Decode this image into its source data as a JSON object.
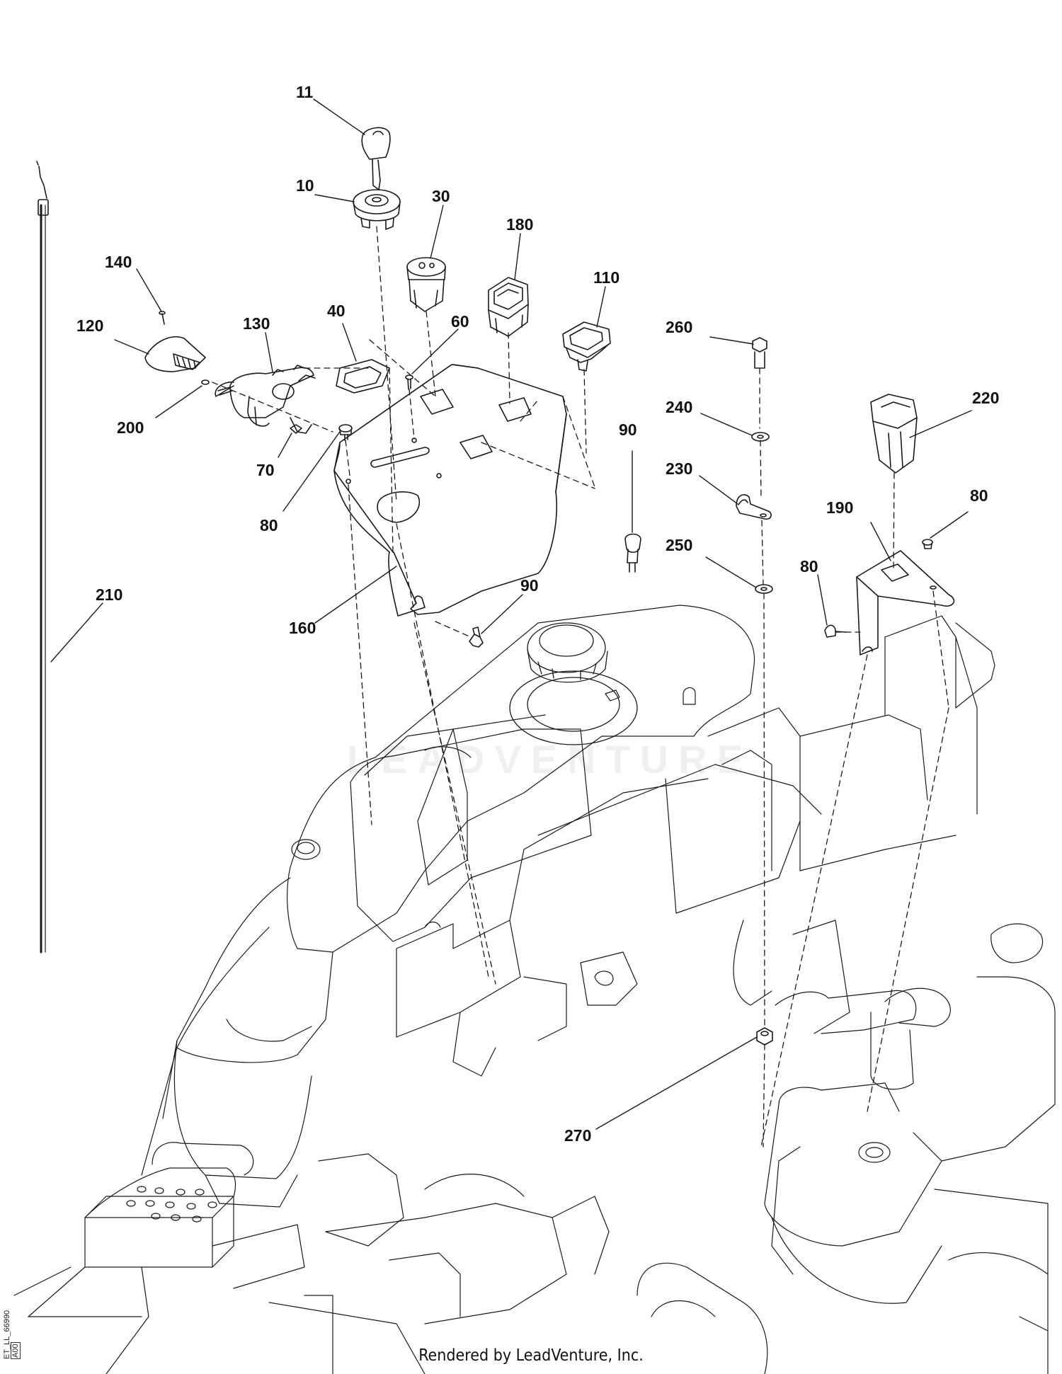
{
  "diagram": {
    "callouts": [
      "11",
      "10",
      "30",
      "180",
      "110",
      "140",
      "120",
      "130",
      "40",
      "60",
      "200",
      "70",
      "80",
      "80",
      "80",
      "260",
      "240",
      "230",
      "190",
      "220",
      "90",
      "90",
      "250",
      "160",
      "210",
      "270"
    ]
  },
  "watermark_text": "LEADVENTURE",
  "footer": {
    "rendered_by": "Rendered by LeadVenture, Inc."
  },
  "side_code": {
    "text": "ET_LL_66990",
    "revision": "A00"
  },
  "colors": {
    "line": "#1a1a1a",
    "background": "#ffffff"
  }
}
